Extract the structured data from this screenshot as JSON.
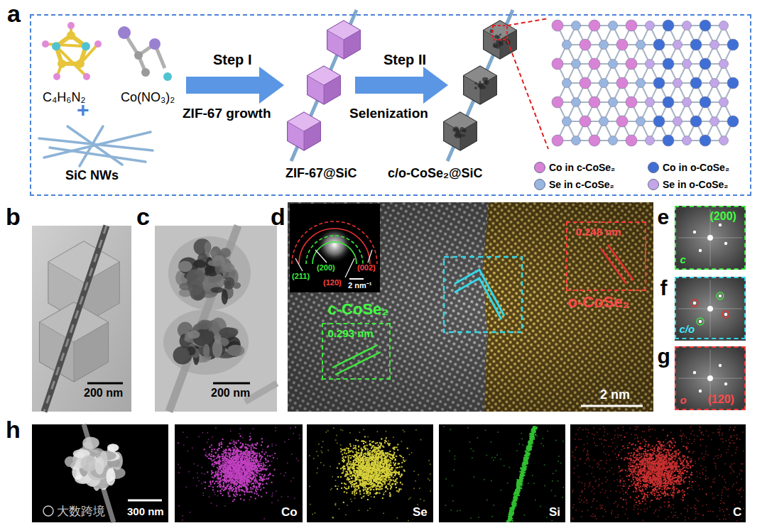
{
  "diagram": {
    "nodes": [
      {
        "text": [
          "a"
        ]
      },
      {
        "text": [
          "b",
          "200 nm"
        ]
      },
      {
        "text": [
          "c",
          "200 nm"
        ]
      },
      {
        "text": [
          "d",
          "2 nm"
        ]
      },
      {
        "text": [
          "(211)",
          "(200)",
          "(120)",
          "(002)",
          "2 nm⁻¹"
        ],
        "in": 3
      },
      {
        "text": [
          "c-CoSe₂",
          "0.293 nm"
        ],
        "in": 3
      },
      {
        "text": [
          "0.248 nm",
          "o-CoSe₂"
        ],
        "in": 3
      },
      {
        "text": [
          "e",
          "(200)",
          "c"
        ]
      },
      {
        "text": [
          "f",
          "c/o"
        ]
      },
      {
        "text": [
          "g",
          "(120)",
          "o"
        ]
      },
      {
        "text": [
          "h",
          "300 nm"
        ]
      },
      {
        "text": [
          "Co"
        ]
      },
      {
        "text": [
          "Se"
        ]
      },
      {
        "text": [
          "Si"
        ]
      },
      {
        "text": [
          "C"
        ]
      }
    ],
    "labels": [
      "C₄H₆N₂",
      "Co(NO₃)₂",
      "+",
      "SiC NWs",
      "Step I",
      "ZIF-67 growth",
      "ZIF-67@SiC",
      "Step II",
      "Selenization",
      "c/o-CoSe₂@SiC",
      "大数跨境"
    ],
    "legend": [
      {
        "text": "Co in c-CoSe₂",
        "color": "#d883d6"
      },
      {
        "text": "Co in o-CoSe₂",
        "color": "#3f6fd4"
      },
      {
        "text": "Se in c-CoSe₂",
        "color": "#98b6e0"
      },
      {
        "text": "Se in o-CoSe₂",
        "color": "#c2a6e8"
      }
    ]
  }
}
